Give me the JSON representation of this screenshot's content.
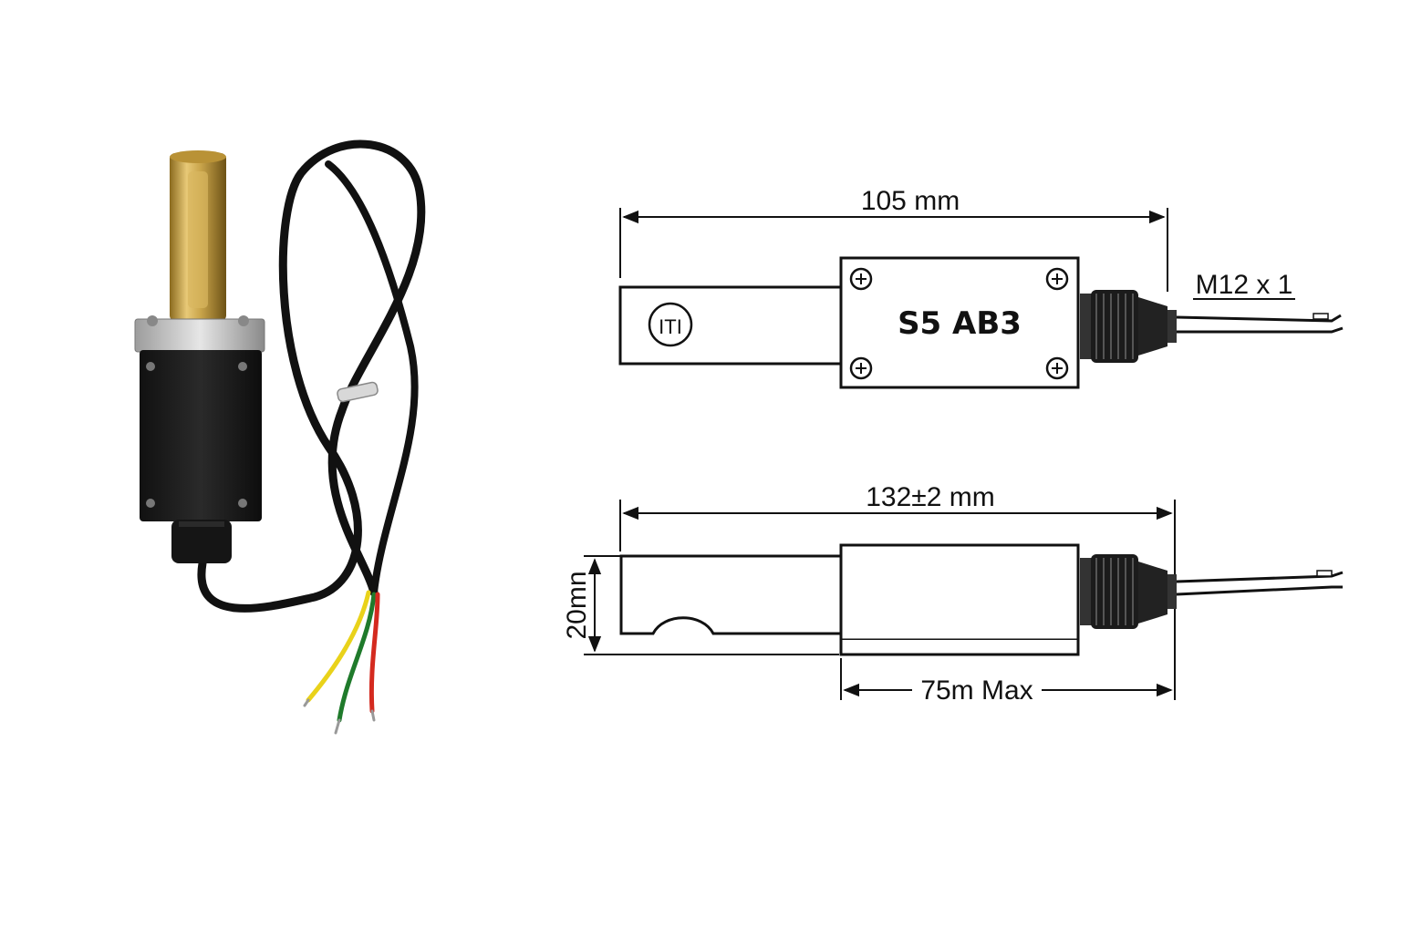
{
  "top_view": {
    "length_label": "105 mm",
    "model_label": "S5 AB3",
    "thread_label": "M12 x 1",
    "logo_text": "ITI"
  },
  "side_view": {
    "length_label": "132±2 mm",
    "height_label": "20mn",
    "cable_label": "75m Max"
  },
  "colors": {
    "brass": "#c9a44a",
    "housing": "#1c1c1c",
    "cable": "#111111",
    "wire_red": "#d42a1f",
    "wire_green": "#1f7a2b",
    "wire_yellow": "#e9d21a"
  }
}
